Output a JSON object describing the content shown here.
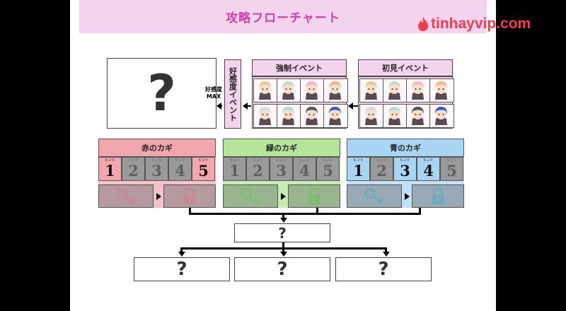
{
  "title": "攻略フローチャート",
  "watermark": "tinhayvip.com",
  "unknown_box": "?",
  "affection_event": "好感度イベント",
  "affection_max": [
    "好感度",
    "MAX"
  ],
  "forced_event": "強制イベント",
  "first_event": "初見イベント",
  "keys": [
    {
      "name": "赤のカギ",
      "head_color": "#f2a6ae",
      "area_color": "#f4c2c7",
      "icon_box": "#b59b9e",
      "icon_color": "#c48b93",
      "hints": [
        {
          "n": "1",
          "on": true
        },
        {
          "n": "2",
          "on": false
        },
        {
          "n": "3",
          "on": false
        },
        {
          "n": "4",
          "on": false
        },
        {
          "n": "5",
          "on": true
        }
      ]
    },
    {
      "name": "緑のカギ",
      "head_color": "#b6e59a",
      "area_color": "#c9ecb5",
      "icon_box": "#98b58f",
      "icon_color": "#7fbd72",
      "hints": [
        {
          "n": "1",
          "on": false
        },
        {
          "n": "2",
          "on": false
        },
        {
          "n": "3",
          "on": false
        },
        {
          "n": "4",
          "on": false
        },
        {
          "n": "5",
          "on": false
        }
      ]
    },
    {
      "name": "青のカギ",
      "head_color": "#a9d5f4",
      "area_color": "#c2e1f7",
      "icon_box": "#98aab5",
      "icon_color": "#73a9bd",
      "hints": [
        {
          "n": "1",
          "on": true
        },
        {
          "n": "2",
          "on": false
        },
        {
          "n": "3",
          "on": true
        },
        {
          "n": "4",
          "on": true
        },
        {
          "n": "5",
          "on": false
        }
      ]
    }
  ],
  "hint_label": "ヒント",
  "mid_box": "?",
  "endings": [
    "?",
    "?",
    "?"
  ],
  "forced_chars": [
    "#e8c99a",
    "#c9d9c3",
    "#f5b6c6",
    "#e9b98e",
    "#d8d8e8",
    "#b8d8e0",
    "#555555",
    "#3a5fb8"
  ],
  "first_chars": [
    "#e8c99a",
    "#c9d9c3",
    "#f5b6c6",
    "#e9b98e",
    "#d8d8e8",
    "#b8d8e0",
    "#555555",
    "#3a5fb8"
  ]
}
